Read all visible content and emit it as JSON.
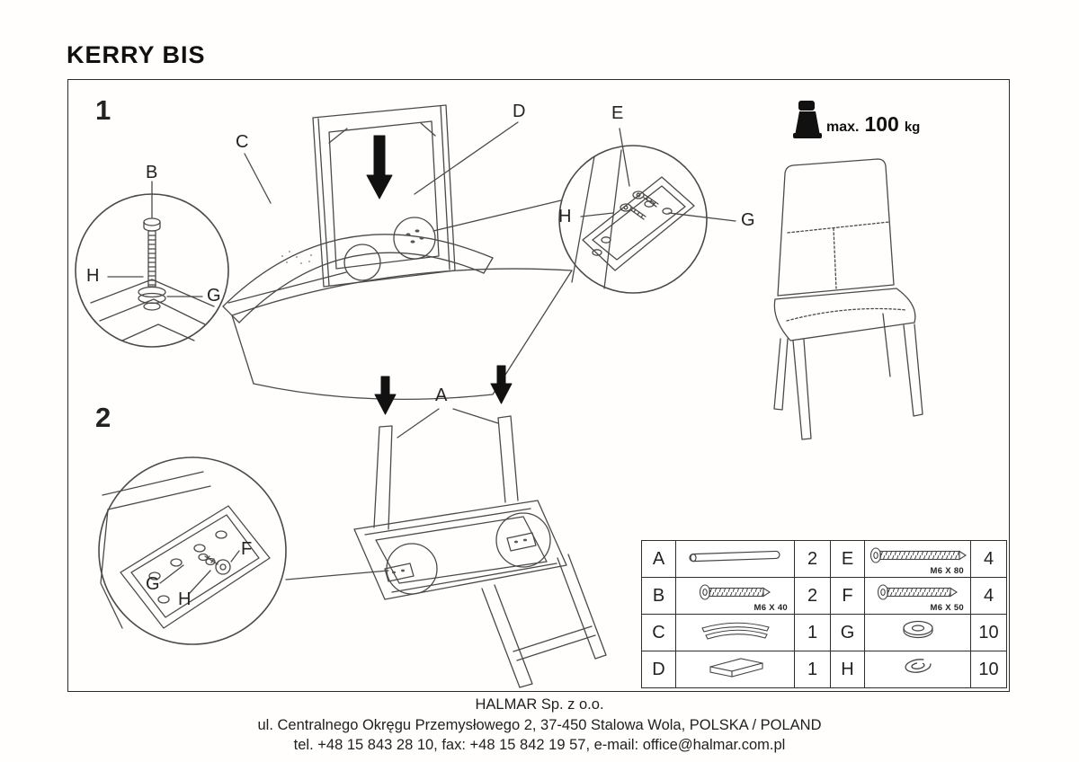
{
  "title": "KERRY BIS",
  "weight_limit": {
    "prefix": "max.",
    "value": "100",
    "unit": "kg"
  },
  "steps": {
    "one": "1",
    "two": "2"
  },
  "callouts": {
    "A": "A",
    "B": "B",
    "C": "C",
    "D": "D",
    "E": "E",
    "F": "F",
    "G": "G",
    "H": "H"
  },
  "parts_table": {
    "rows": [
      {
        "l1": "A",
        "icon1": "dowel-icon",
        "size1": "",
        "q1": "2",
        "l2": "E",
        "icon2": "bolt-m6x80-icon",
        "size2": "M6 X 80",
        "q2": "4"
      },
      {
        "l1": "B",
        "icon1": "bolt-m6x40-icon",
        "size1": "M6 X 40",
        "q1": "2",
        "l2": "F",
        "icon2": "bolt-m6x50-icon",
        "size2": "M6 X 50",
        "q2": "4"
      },
      {
        "l1": "C",
        "icon1": "curved-slats-icon",
        "size1": "",
        "q1": "1",
        "l2": "G",
        "icon2": "washer-icon",
        "size2": "",
        "q2": "10"
      },
      {
        "l1": "D",
        "icon1": "seat-cushion-icon",
        "size1": "",
        "q1": "1",
        "l2": "H",
        "icon2": "spring-washer-icon",
        "size2": "",
        "q2": "10"
      }
    ]
  },
  "footer": {
    "company": "HALMAR Sp. z o.o.",
    "address": "ul. Centralnego Okręgu Przemysłowego 2, 37-450 Stalowa Wola, POLSKA / POLAND",
    "contact": "tel. +48 15 843 28 10, fax: +48 15 842 19 57, e-mail: office@halmar.com.pl"
  }
}
